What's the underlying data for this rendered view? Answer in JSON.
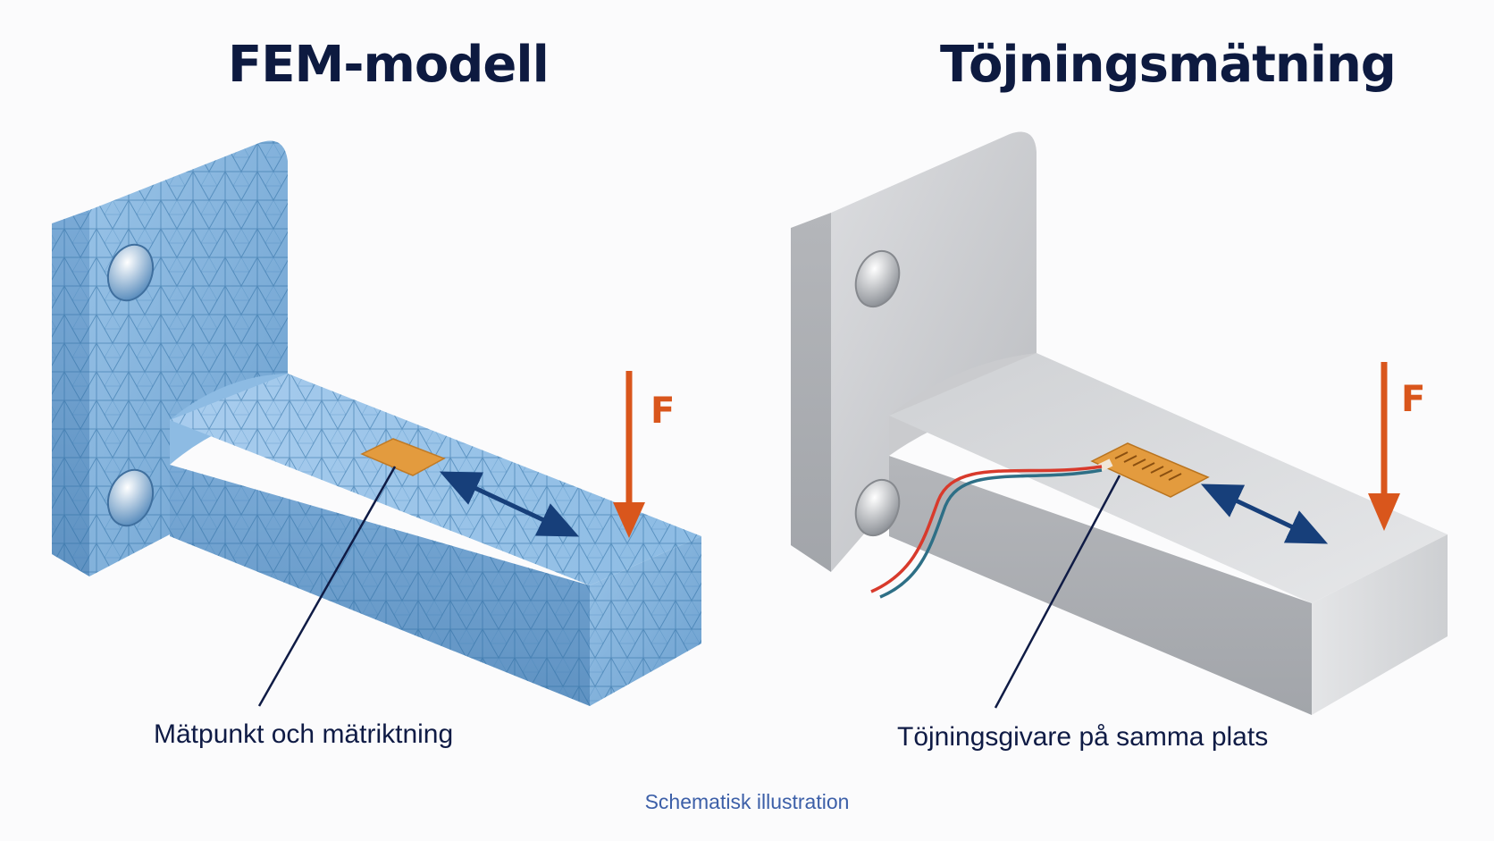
{
  "left_panel": {
    "title": "FEM-modell",
    "caption": "Mätpunkt och mätriktning",
    "force_label": "F"
  },
  "right_panel": {
    "title": "Töjningsmätning",
    "caption": "Töjningsgivare på samma plats",
    "force_label": "F"
  },
  "footnote": "Schematisk illustration",
  "colors": {
    "title": "#0d1a40",
    "mesh_blue": "#7fb0db",
    "metal_gray": "#d3d4d6",
    "force_arrow": "#d9561c",
    "direction_arrow": "#173f7a",
    "gauge": "#e39b3e",
    "footnote": "#3c5fa8"
  }
}
